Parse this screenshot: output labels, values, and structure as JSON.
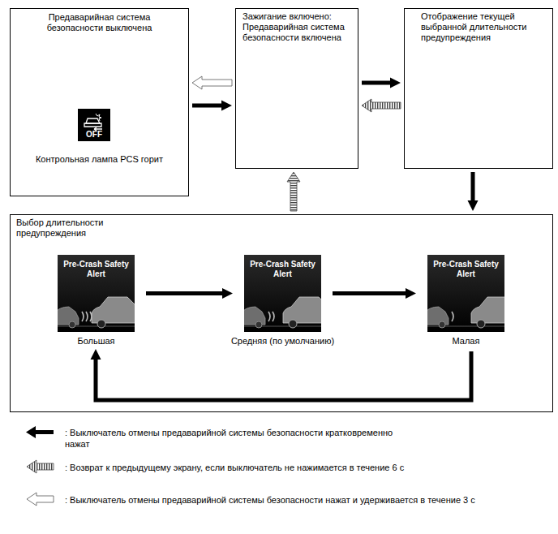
{
  "diagram": {
    "nodes": [
      {
        "text": [
          "Предаварийная система безопасности выключена",
          "Контрольная лампа PCS горит"
        ]
      },
      {
        "text": [
          "Зажигание включено: Предаварийная система безопасности включена"
        ]
      },
      {
        "text": [
          "Отображение текущей выбранной длительности предупреждения"
        ]
      },
      {
        "text": [
          "Выбор длительности предупреждения"
        ]
      },
      {
        "text": [
          "Pre-Crash Safety Alert",
          "Большая"
        ],
        "in": 3
      },
      {
        "text": [
          "Pre-Crash Safety Alert",
          "Средняя (по умолчанию)"
        ],
        "in": 3
      },
      {
        "text": [
          "Pre-Crash Safety Alert",
          "Малая"
        ],
        "in": 3
      }
    ],
    "edges": [
      {
        "from": 1,
        "to": 0,
        "arrow": "to"
      },
      {
        "from": 0,
        "to": 1,
        "arrow": "to"
      },
      {
        "from": 1,
        "to": 2,
        "arrow": "to"
      },
      {
        "from": 2,
        "to": 1,
        "arrow": "to"
      },
      {
        "from": 2,
        "to": 3,
        "arrow": "to"
      },
      {
        "from": 3,
        "to": 1,
        "arrow": "to"
      },
      {
        "from": 4,
        "to": 5,
        "arrow": "to"
      },
      {
        "from": 5,
        "to": 6,
        "arrow": "to"
      },
      {
        "from": 6,
        "to": 4,
        "arrow": "to"
      }
    ],
    "labels": [
      "OFF"
    ],
    "legend": [
      {
        "text": ": Выключатель отмены предаварийной системы безопасности кратковременно нажат"
      },
      {
        "text": ": Возврат к предыдущему экрану, если выключатель не нажимается в течение 6 с"
      },
      {
        "text": ": Выключатель отмены предаварийной системы безопасности нажат и удерживается в течение 3 с"
      }
    ]
  }
}
